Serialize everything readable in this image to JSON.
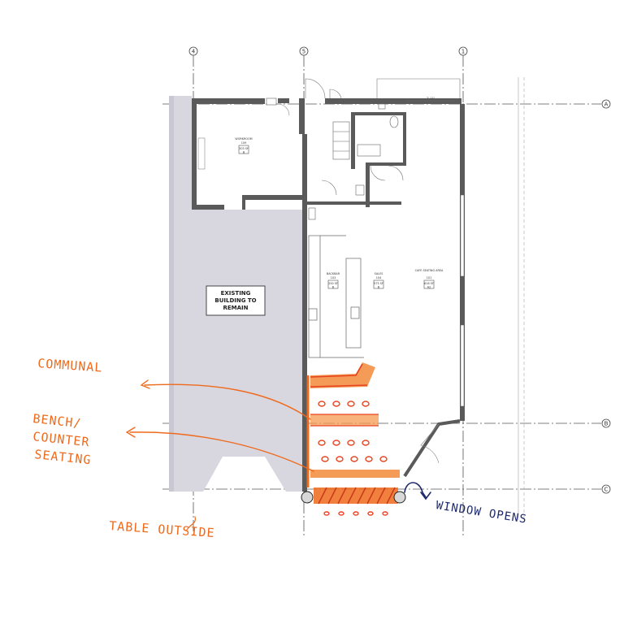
{
  "grid": {
    "columns": [
      "4",
      "5",
      "1"
    ],
    "rows": [
      "A",
      "B",
      "C"
    ],
    "dimension_note": "7'-11\""
  },
  "rooms": {
    "workroom": {
      "name": "WORKROOM",
      "number": "109",
      "area": "303 SF",
      "code": "B"
    },
    "backbar": {
      "name": "BACKBAR",
      "number": "103",
      "area": "250 SF",
      "code": "B"
    },
    "sales": {
      "name": "SALES",
      "number": "104",
      "area": "575 SF",
      "code": "B"
    },
    "cafe": {
      "name": "CAFE SEATING AREA",
      "number": "101",
      "area": "616 SF",
      "code": "A2"
    }
  },
  "existing_building_note": [
    "EXISTING",
    "BUILDING TO",
    "REMAIN"
  ],
  "annotations": {
    "communal": "COMMUNAL",
    "bench_counter": [
      "BENCH/",
      "COUNTER",
      "SEATING"
    ],
    "table_outside": "TABLE OUTSIDE",
    "window_opens": "WINDOW OPENS"
  },
  "colors": {
    "sketch_orange": "#ef6a1c",
    "sketch_red": "#e8431f",
    "sketch_navy": "#1e2a6b",
    "wall": "#5a5a5a",
    "existing_fill": "#d8d6df"
  }
}
